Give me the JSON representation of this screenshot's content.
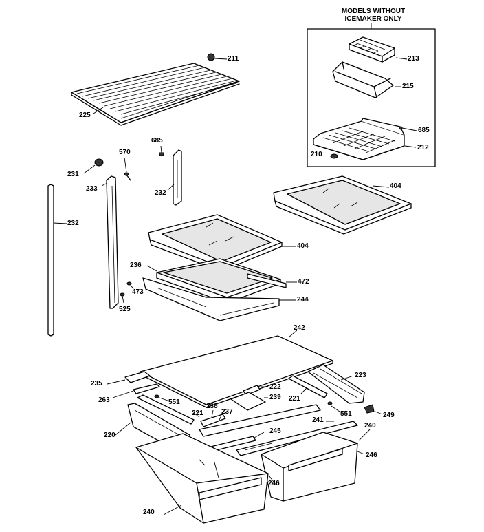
{
  "inset": {
    "header_line1": "MODELS WITHOUT",
    "header_line2": "ICEMAKER ONLY"
  },
  "callouts": {
    "c211": "211",
    "c225": "225",
    "c213": "213",
    "c215": "215",
    "c685_inset": "685",
    "c210": "210",
    "c212": "212",
    "c685": "685",
    "c570": "570",
    "c231": "231",
    "c233": "233",
    "c232_mid": "232",
    "c232_left": "232",
    "c404_right": "404",
    "c404_mid": "404",
    "c236": "236",
    "c472": "472",
    "c473": "473",
    "c525": "525",
    "c244": "244",
    "c242": "242",
    "c235": "235",
    "c223": "223",
    "c222": "222",
    "c263": "263",
    "c239": "239",
    "c551_left": "551",
    "c221_right": "221",
    "c238": "238",
    "c237": "237",
    "c221_mid": "221",
    "c551_right": "551",
    "c249": "249",
    "c241": "241",
    "c240_right": "240",
    "c220": "220",
    "c245": "245",
    "c246_right": "246",
    "c246_mid": "246",
    "c240_bottom": "240"
  }
}
